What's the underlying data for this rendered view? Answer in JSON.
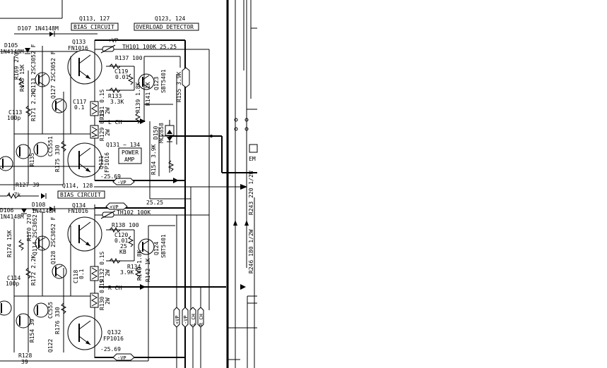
{
  "labels": {
    "q113_127": "Q113, 127",
    "bias_circuit_top": "BIAS CIRCUIT",
    "q123_124": "Q123, 124",
    "overload_detector": "OVERLOAD DETECTOR",
    "d107": "D107 1N4148M",
    "d105": "D105",
    "d105_type": "1N4148M",
    "q133": "Q133",
    "q133_type": "FN1016",
    "vp_top": "+VP",
    "th101": "TH101 100K 25.25",
    "r137": "R137 100",
    "c119": "C119",
    "c119_val": "0.01",
    "q123": "Q123",
    "q123_type": "SBT5401",
    "r155": "R155 3.9K",
    "r133": "R133",
    "r133_val": "3.3K",
    "c117": "C117",
    "c117_val": "0.1",
    "r139": "R139 1.8K",
    "r141": "R141 1K",
    "r169": "R169 270",
    "r173": "R173 15K",
    "q113": "Q113 2SC3052 F",
    "q127": "Q127 2SC3052 F",
    "c113": "C113",
    "c113_val": "100p",
    "r171": "R171 2.2K",
    "r131": "R131 0.1S",
    "r131_w": "2W",
    "lch": "L CH",
    "r129": "R129 0.1S",
    "r129_w": "2W",
    "d150": "D150",
    "d150_type": "MC2858",
    "q131_134": "Q131 ~ 134",
    "power": "POWER",
    "amp": "AMP",
    "q131": "Q131",
    "q131_type": "FP1016",
    "r175": "R175 330",
    "cc5551": "CC5551",
    "r135": "R135",
    "r154": "R154 3.9K",
    "neg_vp_top": "-25.69",
    "vp_minus_top": "-VP",
    "q114_128": "Q114, 128",
    "bias_circuit_bot": "BIAS CIRCUIT",
    "r127": "R127 39",
    "r_47k": "4.7k",
    "d108": "D108",
    "d108_type": "1N4148M",
    "d106": "D106",
    "d106_type": "1N4148M",
    "q134": "Q134",
    "q134_type": "FN1016",
    "vp_mid": "+VP",
    "v2525": "25.25",
    "th102": "TH102 100K",
    "r138": "R138 100",
    "c120": "C120",
    "c120_val": "0.01",
    "r25kb": "25",
    "kb": "KB",
    "q124": "Q124",
    "q124_type": "SBT5401",
    "r170": "R170 270",
    "r174": "R174 15K",
    "q114": "Q114 2SC3052 F",
    "q128": "Q128 2SC3052 F",
    "c118": "C118",
    "c118_val": "0.1",
    "r134": "R134",
    "r134_val": "3.9K",
    "r140": "R140 1.8K",
    "r142": "R142 1K",
    "r132": "R132 0.1S",
    "r132_w": "2W",
    "rch": "R CH",
    "c114": "C114",
    "c114_val": "100p",
    "r172": "R172 2.2K",
    "r130": "R130 0.1S",
    "r130_w": "2W",
    "r176": "R176 330",
    "cc555": "CC555",
    "r154b": "R154 39",
    "q122": "Q122",
    "q132": "Q132",
    "q132_type": "FP1016",
    "neg_vp_bot": "-25.69",
    "vp_minus_bot": "-VP",
    "r128": "R128",
    "r128_val": "39",
    "bus_vp1": "+VP",
    "bus_vp2": "-VP",
    "bus_lch": "L CH",
    "bus_rch": "R CH",
    "r243": "R243 220 1/2W",
    "r246": "R246 180 1/2W",
    "em": "EM"
  }
}
